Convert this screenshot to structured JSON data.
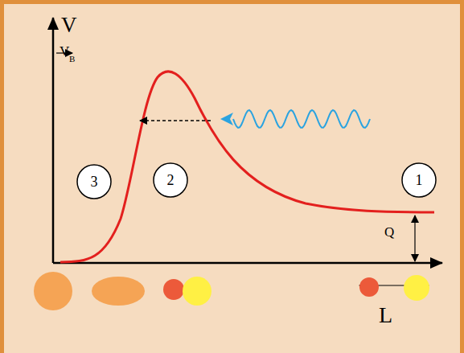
{
  "diagram": {
    "nodes": [
      {
        "text": [
          "3"
        ]
      },
      {
        "text": [
          "2"
        ]
      },
      {
        "text": [
          "1"
        ]
      }
    ],
    "labels": [
      "V",
      "V",
      "B",
      "Q",
      "L"
    ]
  }
}
